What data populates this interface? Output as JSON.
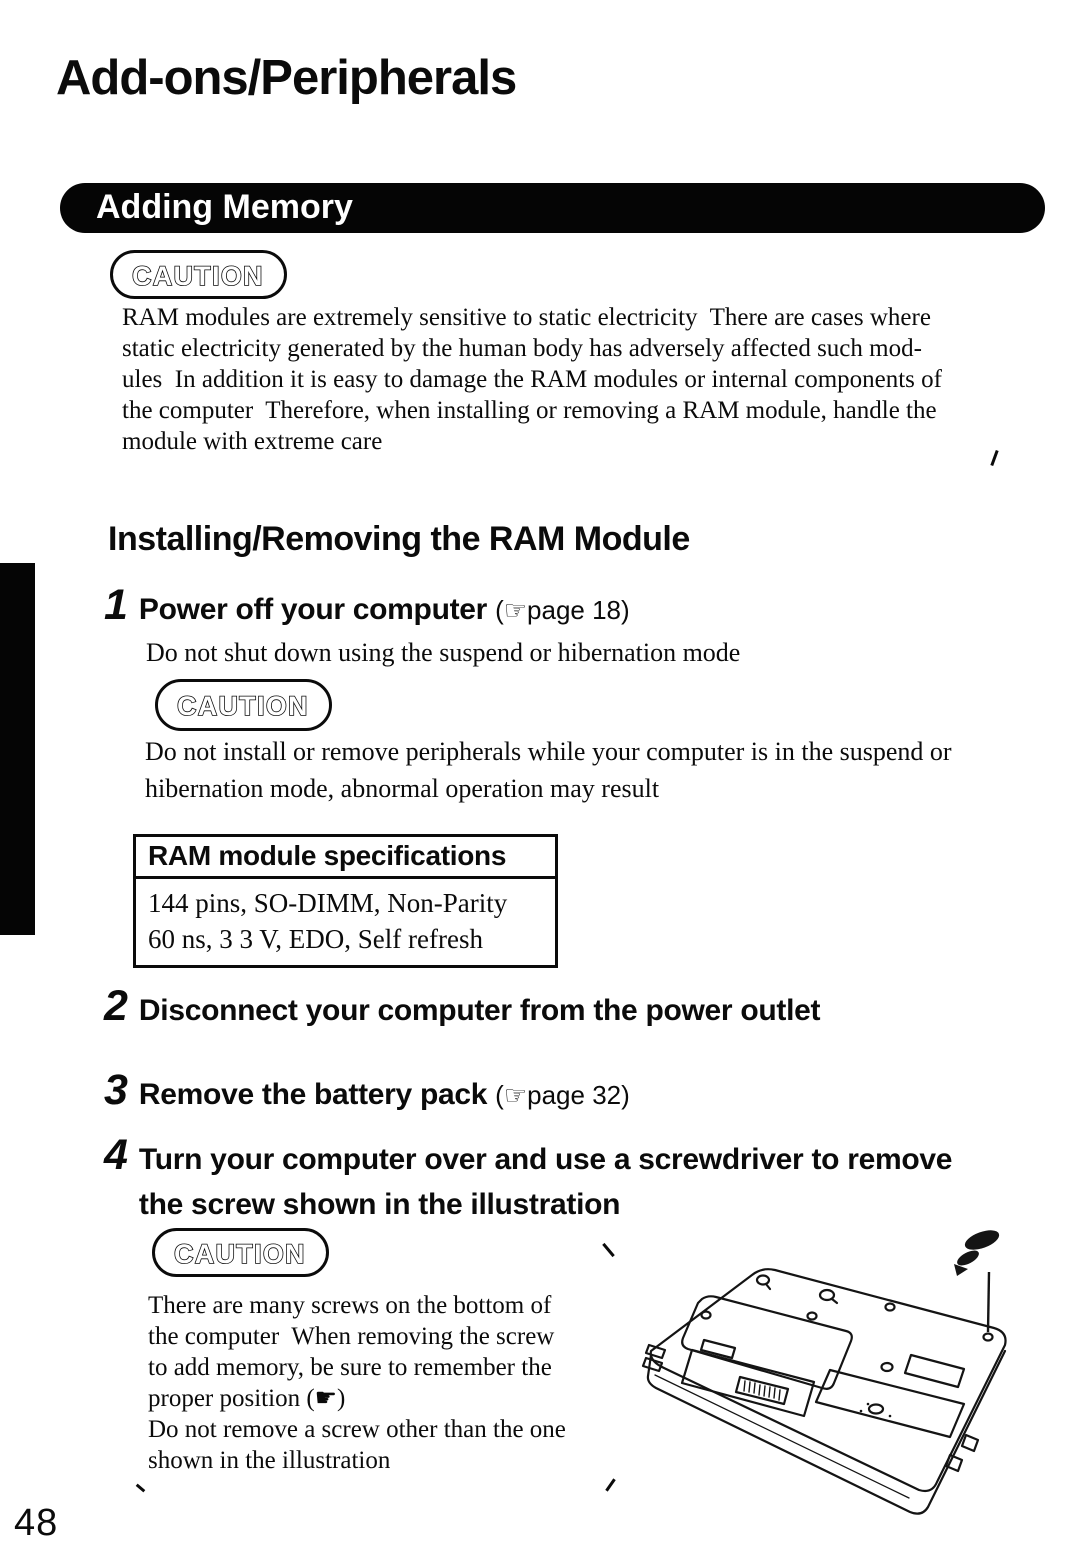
{
  "labels": {
    "caution": "CAUTION"
  },
  "header": {
    "title": "Add-ons/Peripherals",
    "banner": "Adding Memory"
  },
  "caution_static": {
    "lines": [
      "RAM modules are extremely sensitive to static electricity  There are cases where",
      "static electricity generated by the human body has adversely affected such mod-",
      "ules  In addition it is easy to damage the RAM modules or internal components of",
      "the computer  Therefore, when installing or removing a RAM module, handle the",
      "module with extreme care"
    ]
  },
  "section": {
    "heading": "Installing/Removing the RAM Module"
  },
  "steps": [
    {
      "num": "1",
      "heading": "Power off your computer",
      "ref": "(☞page 18)",
      "note": "Do not shut down using the suspend or hibernation mode"
    },
    {
      "num": "2",
      "heading": "Disconnect your computer from the power outlet"
    },
    {
      "num": "3",
      "heading": "Remove the battery pack",
      "ref": "(☞page 32)"
    },
    {
      "num": "4",
      "heading_line1": "Turn your computer over and use a screwdriver to remove",
      "heading_line2": "the screw shown in the illustration"
    }
  ],
  "caution_suspend": {
    "lines": [
      "Do not install or remove peripherals while your computer is in the suspend or",
      "hibernation mode, abnormal operation may result"
    ]
  },
  "spec_table": {
    "header": "RAM module specifications",
    "rows": [
      "144 pins, SO-DIMM, Non-Parity",
      "60 ns, 3 3 V, EDO, Self refresh"
    ]
  },
  "caution_screws": {
    "lines": [
      "There are many screws on the bottom of",
      "the computer  When removing the screw",
      "to add memory, be sure to remember the",
      "proper position (☛)",
      "Do not remove a screw other than the one",
      "shown in the illustration"
    ]
  },
  "footer": {
    "page_number": "48"
  },
  "icons": {
    "page_ref_hand": "☞",
    "position_hand": "☛"
  }
}
